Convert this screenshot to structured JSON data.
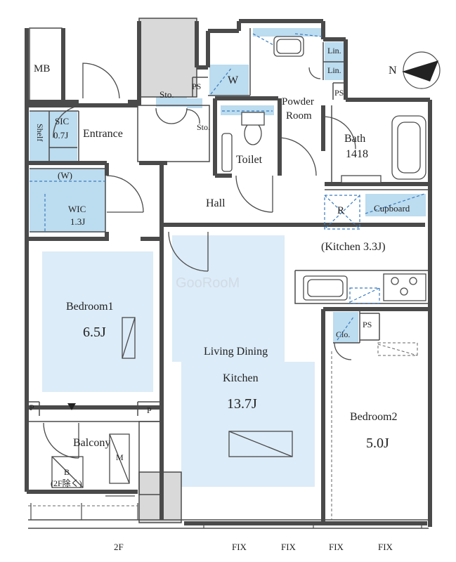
{
  "colors": {
    "wall": "#4a4a4a",
    "fill_blue": "#dcecf8",
    "fill_blue_dark": "#bcdcef",
    "dash_blue": "#3a7bbf",
    "shaft_gray": "#d9d9d9"
  },
  "compass": {
    "letter": "N",
    "icon": "north-arrow-icon"
  },
  "watermark": "GooRooM",
  "rooms": {
    "mb": "MB",
    "sto_left": "Sto.",
    "sto_right": "Sto.",
    "ps_top": "PS",
    "w": "W",
    "lin1": "Lin.",
    "lin2": "Lin.",
    "ps_right": "PS",
    "powder_room": [
      "Powder",
      "Room"
    ],
    "toilet": "Toilet",
    "bath": "Bath",
    "bath_size": "1418",
    "sic": "SIC",
    "sic_size": "0.7J",
    "shelf": "Shelf",
    "entrance": "Entrance",
    "w_closet": "(W)",
    "wic": "WIC",
    "wic_size": "1.3J",
    "hall": "Hall",
    "r": "R",
    "cupboard": "Cupboard",
    "kitchen": "(Kitchen 3.3J)",
    "bedroom1": "Bedroom1",
    "bedroom1_size": "6.5J",
    "ldk": [
      "Living Dining",
      "Kitchen"
    ],
    "ldk_size": "13.7J",
    "ps_bed2": "PS",
    "clo": "Clo.",
    "bedroom2": "Bedroom2",
    "bedroom2_size": "5.0J",
    "p_left": "P",
    "p_right": "P",
    "balcony": "Balcony",
    "m": "M",
    "b_box": "B",
    "b_note": "(2F除く)"
  },
  "footer": {
    "floor": "2F",
    "fix": [
      "FIX",
      "FIX",
      "FIX",
      "FIX"
    ]
  }
}
